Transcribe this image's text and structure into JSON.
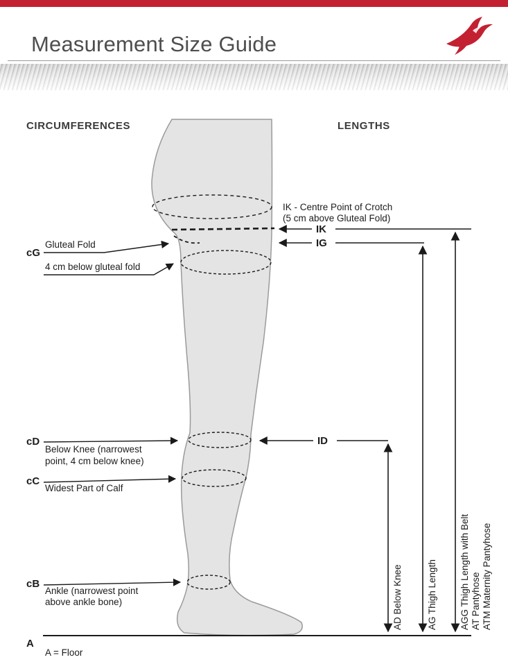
{
  "header": {
    "title": "Measurement Size Guide"
  },
  "sections": {
    "circumferences": "CIRCUMFERENCES",
    "lengths": "LENGTHS"
  },
  "circumferences": {
    "cg_code": "cG",
    "cg_label1": "Gluteal Fold",
    "cg_label2": "4 cm below gluteal fold",
    "cd_code": "cD",
    "cd_label1": "Below Knee (narrowest",
    "cd_label2": "point, 4 cm below knee)",
    "cc_code": "cC",
    "cc_label": "Widest Part of Calf",
    "cb_code": "cB",
    "cb_label1": "Ankle (narrowest point",
    "cb_label2": "above ankle bone)",
    "a_code": "A",
    "a_label": "A = Floor"
  },
  "lengths": {
    "ik_note1": "IK - Centre Point of Crotch",
    "ik_note2": "(5 cm above Gluteal Fold)",
    "ik_code": "IK",
    "ig_code": "IG",
    "id_code": "ID",
    "ad_label": "AD Below Knee",
    "ag_label": "AG Thigh Length",
    "agg_label1": "AGG Thigh Length with Belt",
    "agg_label2": "AT Pantyhose",
    "agg_label3": "ATM Maternity Pantyhose"
  },
  "colors": {
    "accent_red": "#c32031",
    "leg_fill": "#e4e4e4",
    "leg_outline": "#9a9a9a",
    "line": "#1a1a1a"
  }
}
